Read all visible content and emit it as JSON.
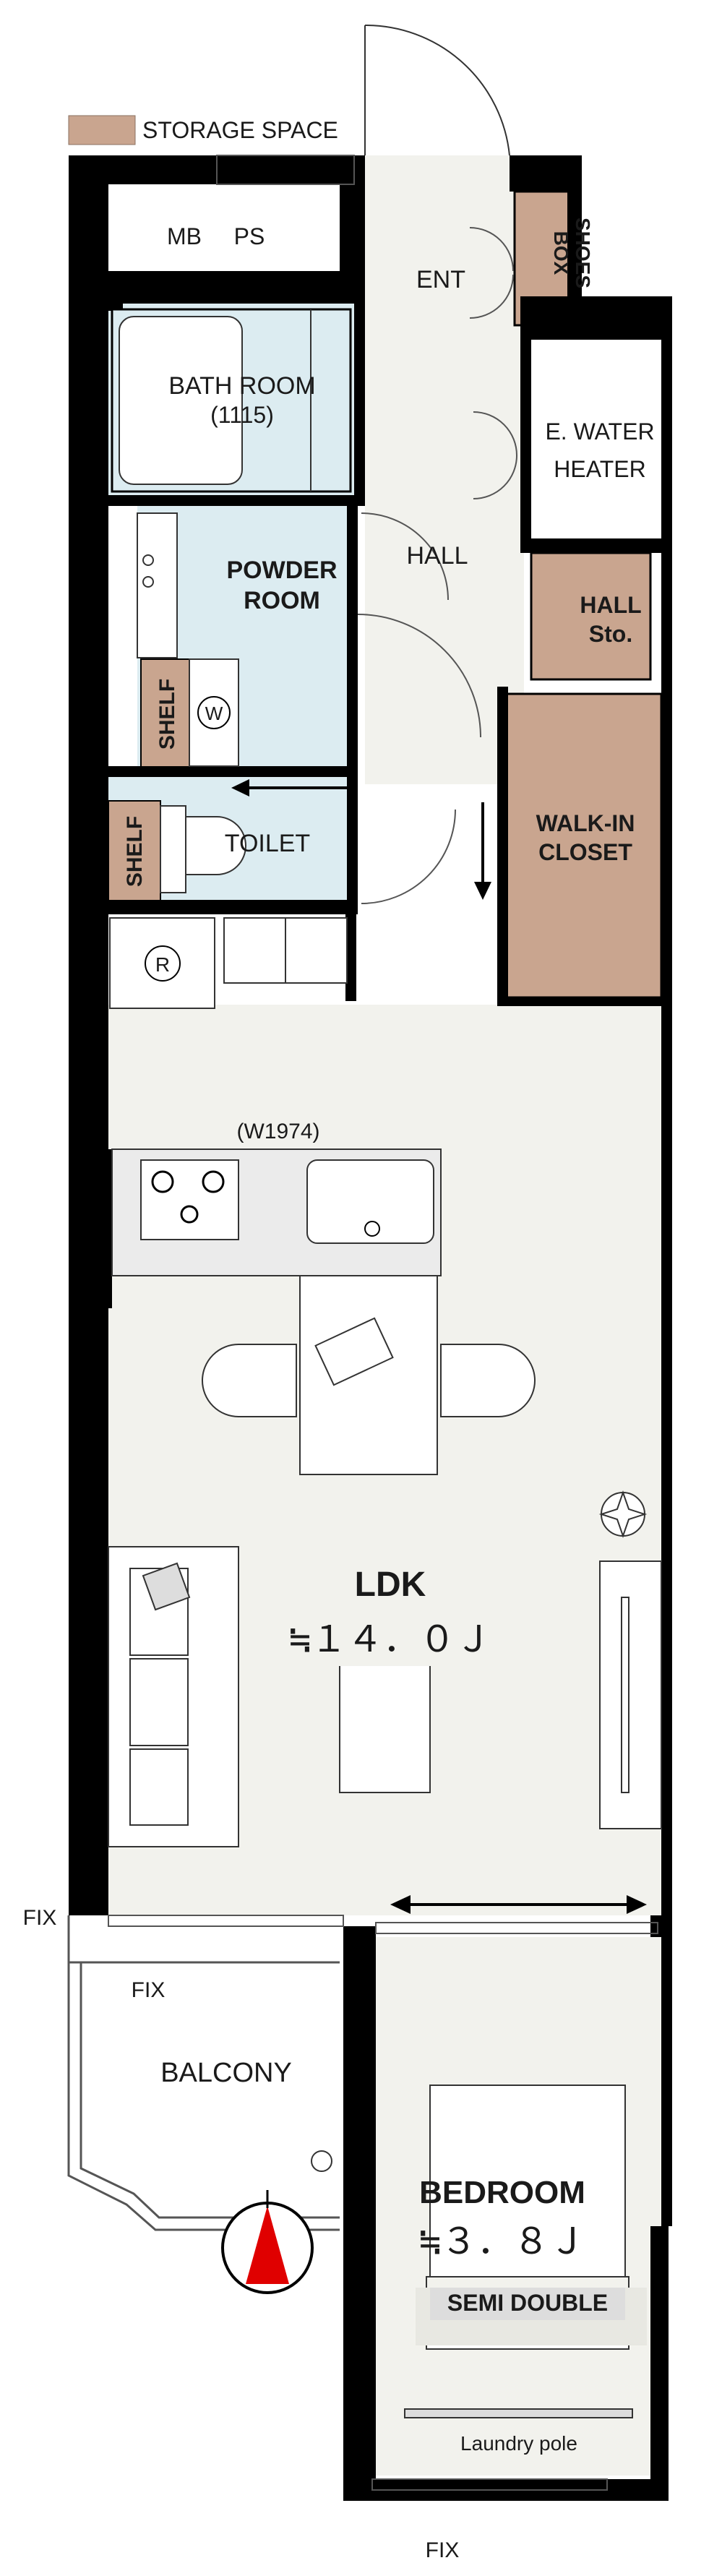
{
  "legend": {
    "storage_label": "STORAGE SPACE",
    "storage_color": "#c9a58f"
  },
  "colors": {
    "wall": "#000000",
    "floor": "#f2f2ed",
    "wet": "#dcecf1",
    "storage": "#c9a58f",
    "text": "#1a1a1a",
    "compass_red": "#e00000"
  },
  "rooms": {
    "mb": "MB",
    "ps": "PS",
    "ent": "ENT",
    "shoes_box_1": "SHOES",
    "shoes_box_2": "BOX",
    "bath_1": "BATH ROOM",
    "bath_2": "(1115)",
    "water_heater_1": "E. WATER",
    "water_heater_2": "HEATER",
    "powder_1": "POWDER",
    "powder_2": "ROOM",
    "hall": "HALL",
    "hall_sto_1": "HALL",
    "hall_sto_2": "Sto.",
    "shelf_1": "SHELF",
    "shelf_2": "SHELF",
    "washer": "W",
    "toilet": "TOILET",
    "walkin_1": "WALK-IN",
    "walkin_2": "CLOSET",
    "fridge": "R",
    "kitchen_width": "(W1974)",
    "ldk": "LDK",
    "ldk_area": "≒１４．０Ｊ",
    "fix_1": "FIX",
    "fix_2": "FIX",
    "fix_3": "FIX",
    "balcony": "BALCONY",
    "bedroom": "BEDROOM",
    "bedroom_area": "≒３．８Ｊ",
    "semi_double": "SEMI DOUBLE",
    "laundry": "Laundry pole"
  },
  "compass": {
    "icon": "north-arrow-icon"
  }
}
